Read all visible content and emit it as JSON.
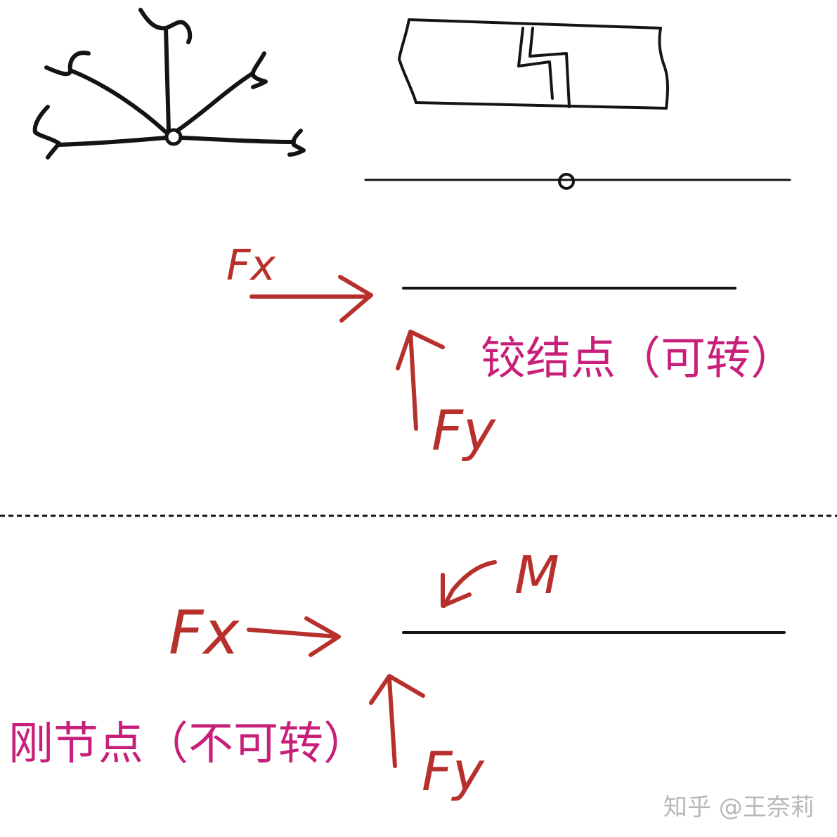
{
  "hinge": {
    "caption": "铰结点（可转）",
    "fx_label": "Fx",
    "fy_label": "Fy"
  },
  "rigid": {
    "caption": "刚节点（不可转）",
    "fx_label": "Fx",
    "fy_label": "Fy",
    "moment_label": "M"
  },
  "watermark": "知乎 @王奈莉",
  "colors": {
    "ink": "#141414",
    "force": "#b8302c",
    "caption": "#c8207a",
    "watermark": "#b8b8b8"
  }
}
